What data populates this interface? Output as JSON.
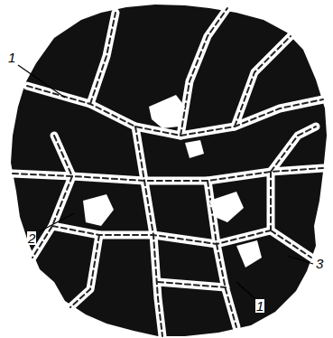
{
  "diagram": {
    "labels": [
      "1",
      "2",
      "3",
      "1"
    ]
  }
}
